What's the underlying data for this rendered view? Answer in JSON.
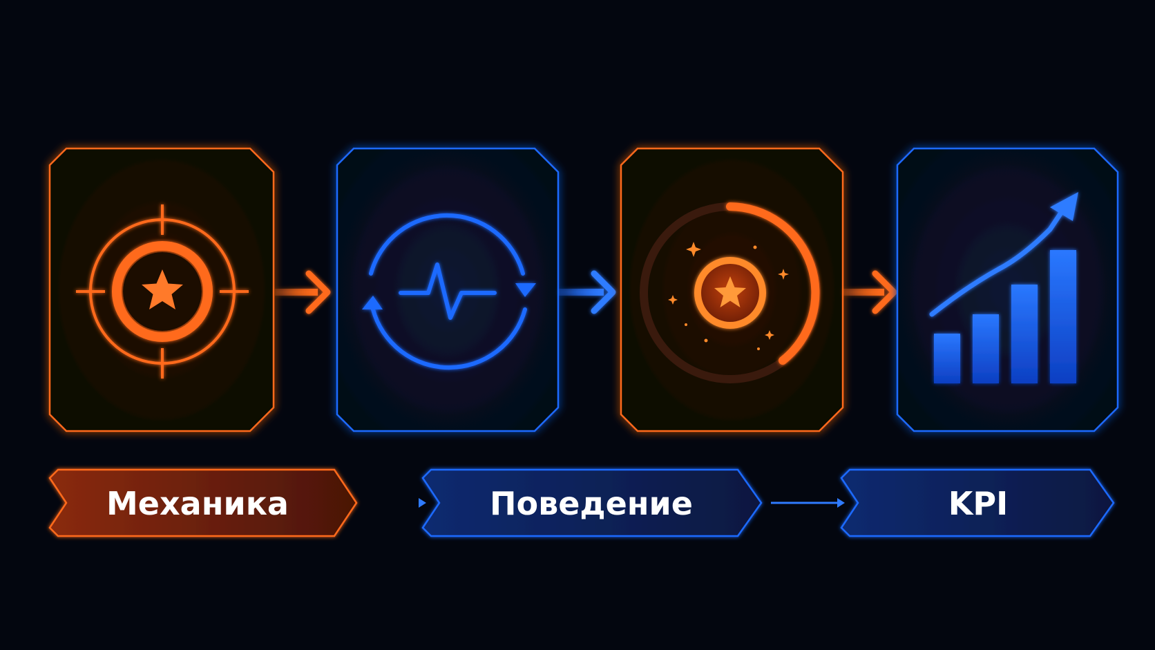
{
  "colors": {
    "background": "#03060f",
    "orange": "#ff6a1a",
    "blue": "#1f6bff",
    "orange_label_fill": "#7a220c",
    "blue_label_fill": "#0b1f55"
  },
  "stages": [
    {
      "icon": "target-star-icon",
      "accent": "orange"
    },
    {
      "icon": "cycle-pulse-icon",
      "accent": "blue"
    },
    {
      "icon": "reward-progress-icon",
      "accent": "orange"
    },
    {
      "icon": "growth-chart-icon",
      "accent": "blue"
    }
  ],
  "labels": {
    "mechanics": "Механика",
    "behavior": "Поведение",
    "kpi": "KPI"
  }
}
